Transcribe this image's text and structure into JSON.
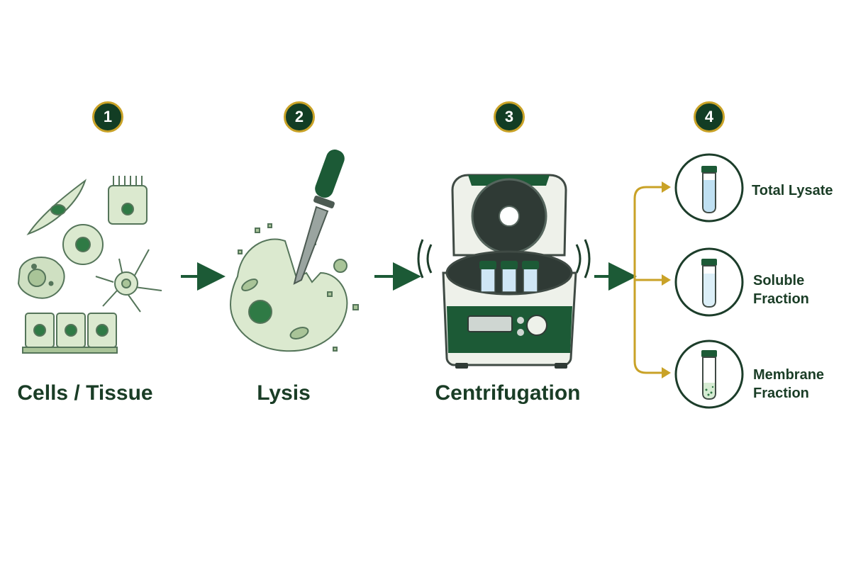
{
  "steps": [
    {
      "number": "1",
      "label": "Cells / Tissue"
    },
    {
      "number": "2",
      "label": "Lysis"
    },
    {
      "number": "3",
      "label": "Centrifugation"
    },
    {
      "number": "4"
    }
  ],
  "outputs": [
    {
      "line1": "Total Lysate",
      "line2": ""
    },
    {
      "line1": "Soluble",
      "line2": "Fraction"
    },
    {
      "line1": "Membrane",
      "line2": "Fraction"
    }
  ],
  "colors": {
    "dark_green": "#1c5a36",
    "badge_bg": "#123d24",
    "gold": "#c9a227",
    "cell_fill": "#dbe9cf",
    "cell_stroke": "#55755a",
    "nucleus": "#2f7a45",
    "liquid": "#bfe0f2"
  },
  "icons": [
    "cells-icon",
    "dropper-icon",
    "centrifuge-icon",
    "test-tube-icon"
  ]
}
